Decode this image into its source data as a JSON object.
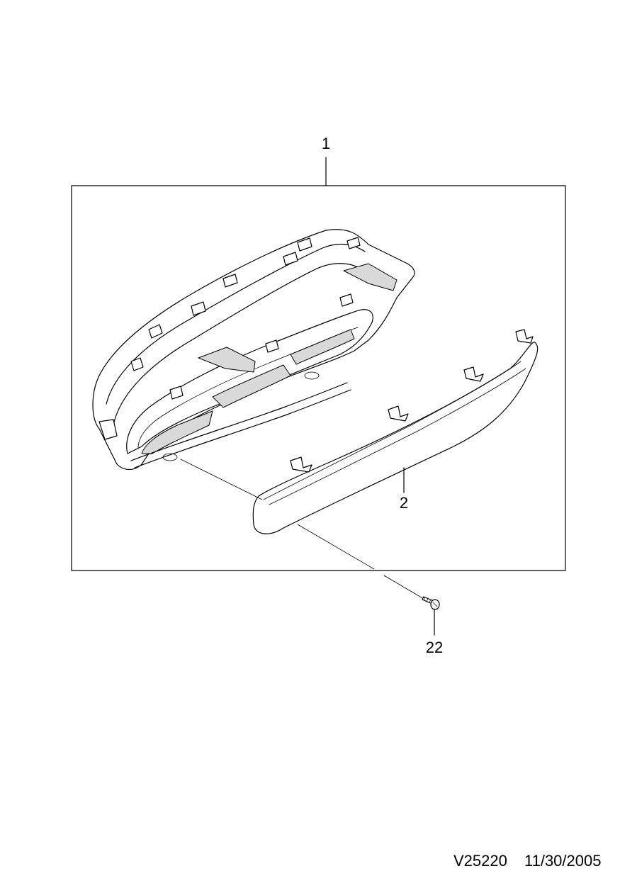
{
  "diagram": {
    "callouts": {
      "assembly": "1",
      "bezel": "2",
      "screw": "22"
    },
    "footer": {
      "ref_code": "V25220",
      "date": "11/30/2005"
    }
  }
}
